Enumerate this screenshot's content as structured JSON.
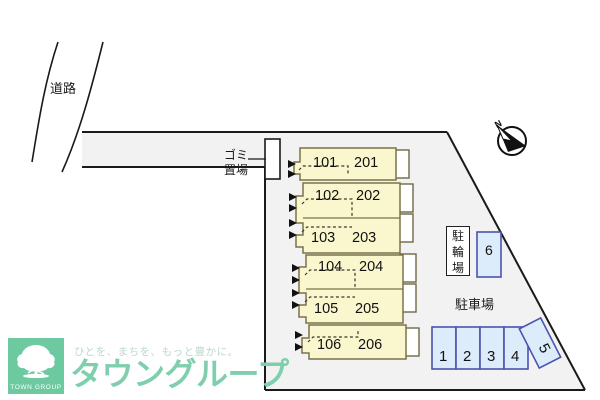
{
  "map": {
    "labels": {
      "road": "道路",
      "garbage": "ゴミ\n置場",
      "garbage_line1": "ゴミ",
      "garbage_line2": "置場",
      "bicycle_parking": "駐輪場",
      "car_parking": "駐車場"
    },
    "compass": {
      "north_label": "N",
      "icon": "compass-north-icon"
    },
    "building": {
      "rows": [
        {
          "first_floor": "101",
          "second_floor": "201"
        },
        {
          "first_floor": "102",
          "second_floor": "202"
        },
        {
          "first_floor": "103",
          "second_floor": "203"
        },
        {
          "first_floor": "104",
          "second_floor": "204"
        },
        {
          "first_floor": "105",
          "second_floor": "205"
        },
        {
          "first_floor": "106",
          "second_floor": "206"
        }
      ]
    },
    "parking_stalls": [
      "1",
      "2",
      "3",
      "4",
      "5"
    ],
    "bicycle_stall": "6",
    "colors": {
      "unit_fill": "#faf7cf",
      "unit_stroke": "#7a7348",
      "site_fill": "#f2f2f2",
      "site_stroke": "#1a1a1a",
      "stall_fill": "#ddecfa",
      "stall_stroke": "#4a53b0",
      "brand_green": "#7fcfae",
      "logo_green": "#6dc9a0"
    }
  },
  "footer": {
    "logo_mark_text": "TOWN GROUP",
    "tagline": "ひとを、まちを、もっと豊かに。",
    "company": "タウングループ"
  }
}
